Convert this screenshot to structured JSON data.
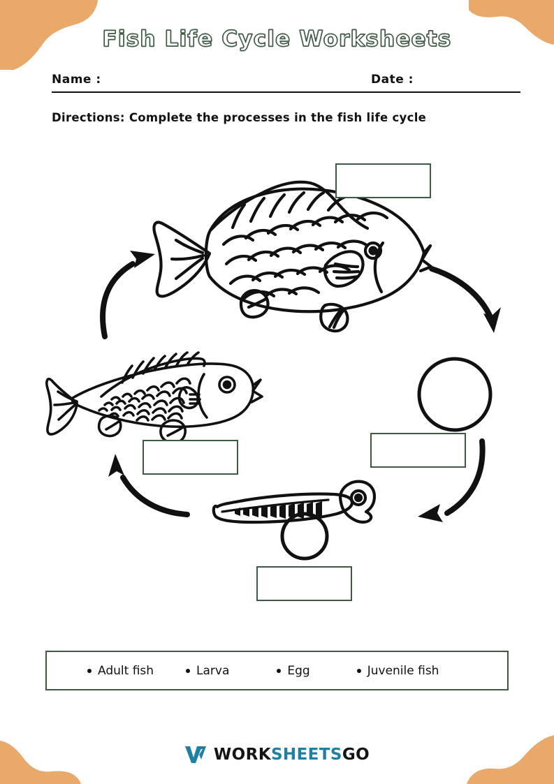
{
  "page": {
    "title": "Fish Life Cycle Worksheets",
    "accent_orange": "#e8a96b",
    "accent_green": "#3e5943",
    "ink": "#111111"
  },
  "header": {
    "name_label": "Name :",
    "date_label": "Date  :"
  },
  "directions": {
    "text": "Directions: Complete the processes in the fish life cycle"
  },
  "diagram": {
    "stages": [
      {
        "id": "adult-fish",
        "illustration": "adult-fish-drawing",
        "answer_box": "",
        "answer_box_placeholder": ""
      },
      {
        "id": "egg",
        "illustration": "egg-circle-drawing",
        "answer_box": "",
        "answer_box_placeholder": ""
      },
      {
        "id": "larva",
        "illustration": "larva-drawing",
        "answer_box": "",
        "answer_box_placeholder": ""
      },
      {
        "id": "juvenile-fish",
        "illustration": "juvenile-fish-drawing",
        "answer_box": "",
        "answer_box_placeholder": ""
      }
    ],
    "arrows": [
      {
        "id": "arrow-adult-to-egg",
        "direction": "down-right"
      },
      {
        "id": "arrow-egg-to-larva",
        "direction": "down-left"
      },
      {
        "id": "arrow-larva-to-juvenile",
        "direction": "up-left"
      },
      {
        "id": "arrow-juvenile-to-adult",
        "direction": "up-right"
      }
    ]
  },
  "word_bank": {
    "items": [
      {
        "label": "Adult fish"
      },
      {
        "label": "Larva"
      },
      {
        "label": "Egg"
      },
      {
        "label": "Juvenile fish"
      }
    ]
  },
  "footer": {
    "logo_part1": "WORK",
    "logo_part2": "SHEETS",
    "logo_part3": "GO",
    "logo_blue": "#1f7fa5",
    "logo_dark": "#151515"
  }
}
